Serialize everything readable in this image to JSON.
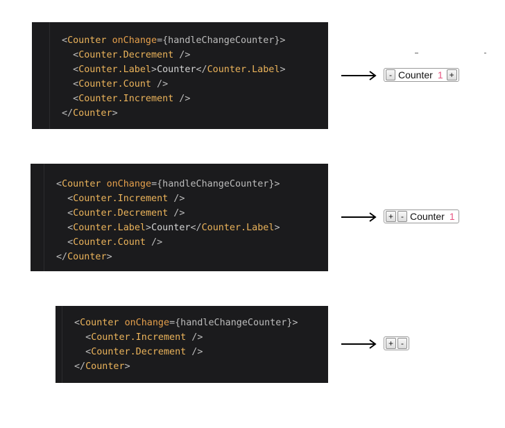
{
  "examples": [
    {
      "code": [
        [
          [
            "<",
            "punct"
          ],
          [
            "Counter",
            "tag"
          ],
          [
            " ",
            "text"
          ],
          [
            "onChange",
            "attr"
          ],
          [
            "={handleChangeCounter}>",
            "punct"
          ]
        ],
        [
          [
            "  <",
            "punct"
          ],
          [
            "Counter.Decrement",
            "tag"
          ],
          [
            " />",
            "punct"
          ]
        ],
        [
          [
            "  <",
            "punct"
          ],
          [
            "Counter.Label",
            "tag"
          ],
          [
            ">",
            "punct"
          ],
          [
            "Counter",
            "text"
          ],
          [
            "</",
            "punct"
          ],
          [
            "Counter.Label",
            "tag"
          ],
          [
            ">",
            "punct"
          ]
        ],
        [
          [
            "  <",
            "punct"
          ],
          [
            "Counter.Count",
            "tag"
          ],
          [
            " />",
            "punct"
          ]
        ],
        [
          [
            "  <",
            "punct"
          ],
          [
            "Counter.Increment",
            "tag"
          ],
          [
            " />",
            "punct"
          ]
        ],
        [
          [
            "</",
            "punct"
          ],
          [
            "Counter",
            "tag"
          ],
          [
            ">",
            "punct"
          ]
        ]
      ],
      "result": [
        {
          "kind": "button",
          "text": "-"
        },
        {
          "kind": "label",
          "text": "Counter"
        },
        {
          "kind": "count",
          "text": "1"
        },
        {
          "kind": "button",
          "text": "+"
        }
      ]
    },
    {
      "code": [
        [
          [
            "<",
            "punct"
          ],
          [
            "Counter",
            "tag"
          ],
          [
            " ",
            "text"
          ],
          [
            "onChange",
            "attr"
          ],
          [
            "={handleChangeCounter}>",
            "punct"
          ]
        ],
        [
          [
            "  <",
            "punct"
          ],
          [
            "Counter.Increment",
            "tag"
          ],
          [
            " />",
            "punct"
          ]
        ],
        [
          [
            "  <",
            "punct"
          ],
          [
            "Counter.Decrement",
            "tag"
          ],
          [
            " />",
            "punct"
          ]
        ],
        [
          [
            "  <",
            "punct"
          ],
          [
            "Counter.Label",
            "tag"
          ],
          [
            ">",
            "punct"
          ],
          [
            "Counter",
            "text"
          ],
          [
            "</",
            "punct"
          ],
          [
            "Counter.Label",
            "tag"
          ],
          [
            ">",
            "punct"
          ]
        ],
        [
          [
            "  <",
            "punct"
          ],
          [
            "Counter.Count",
            "tag"
          ],
          [
            " />",
            "punct"
          ]
        ],
        [
          [
            "</",
            "punct"
          ],
          [
            "Counter",
            "tag"
          ],
          [
            ">",
            "punct"
          ]
        ]
      ],
      "result": [
        {
          "kind": "button",
          "text": "+"
        },
        {
          "kind": "button",
          "text": "-"
        },
        {
          "kind": "label",
          "text": "Counter"
        },
        {
          "kind": "count",
          "text": "1"
        }
      ]
    },
    {
      "code": [
        [
          [
            "<",
            "punct"
          ],
          [
            "Counter",
            "tag"
          ],
          [
            " ",
            "text"
          ],
          [
            "onChange",
            "attr"
          ],
          [
            "={handleChangeCounter}>",
            "punct"
          ]
        ],
        [
          [
            "  <",
            "punct"
          ],
          [
            "Counter.Increment",
            "tag"
          ],
          [
            " />",
            "punct"
          ]
        ],
        [
          [
            "  <",
            "punct"
          ],
          [
            "Counter.Decrement",
            "tag"
          ],
          [
            " />",
            "punct"
          ]
        ],
        [
          [
            "</",
            "punct"
          ],
          [
            "Counter",
            "tag"
          ],
          [
            ">",
            "punct"
          ]
        ]
      ],
      "result": [
        {
          "kind": "button",
          "text": "+"
        },
        {
          "kind": "button",
          "text": "-"
        }
      ]
    }
  ],
  "colors": {
    "code_bg": "#1b1b1d",
    "tag": "#ecb45b",
    "attr": "#e6a04c",
    "punct": "#bdbdbd",
    "count": "#e75480"
  },
  "icons": {
    "arrow": "right-arrow-icon"
  }
}
